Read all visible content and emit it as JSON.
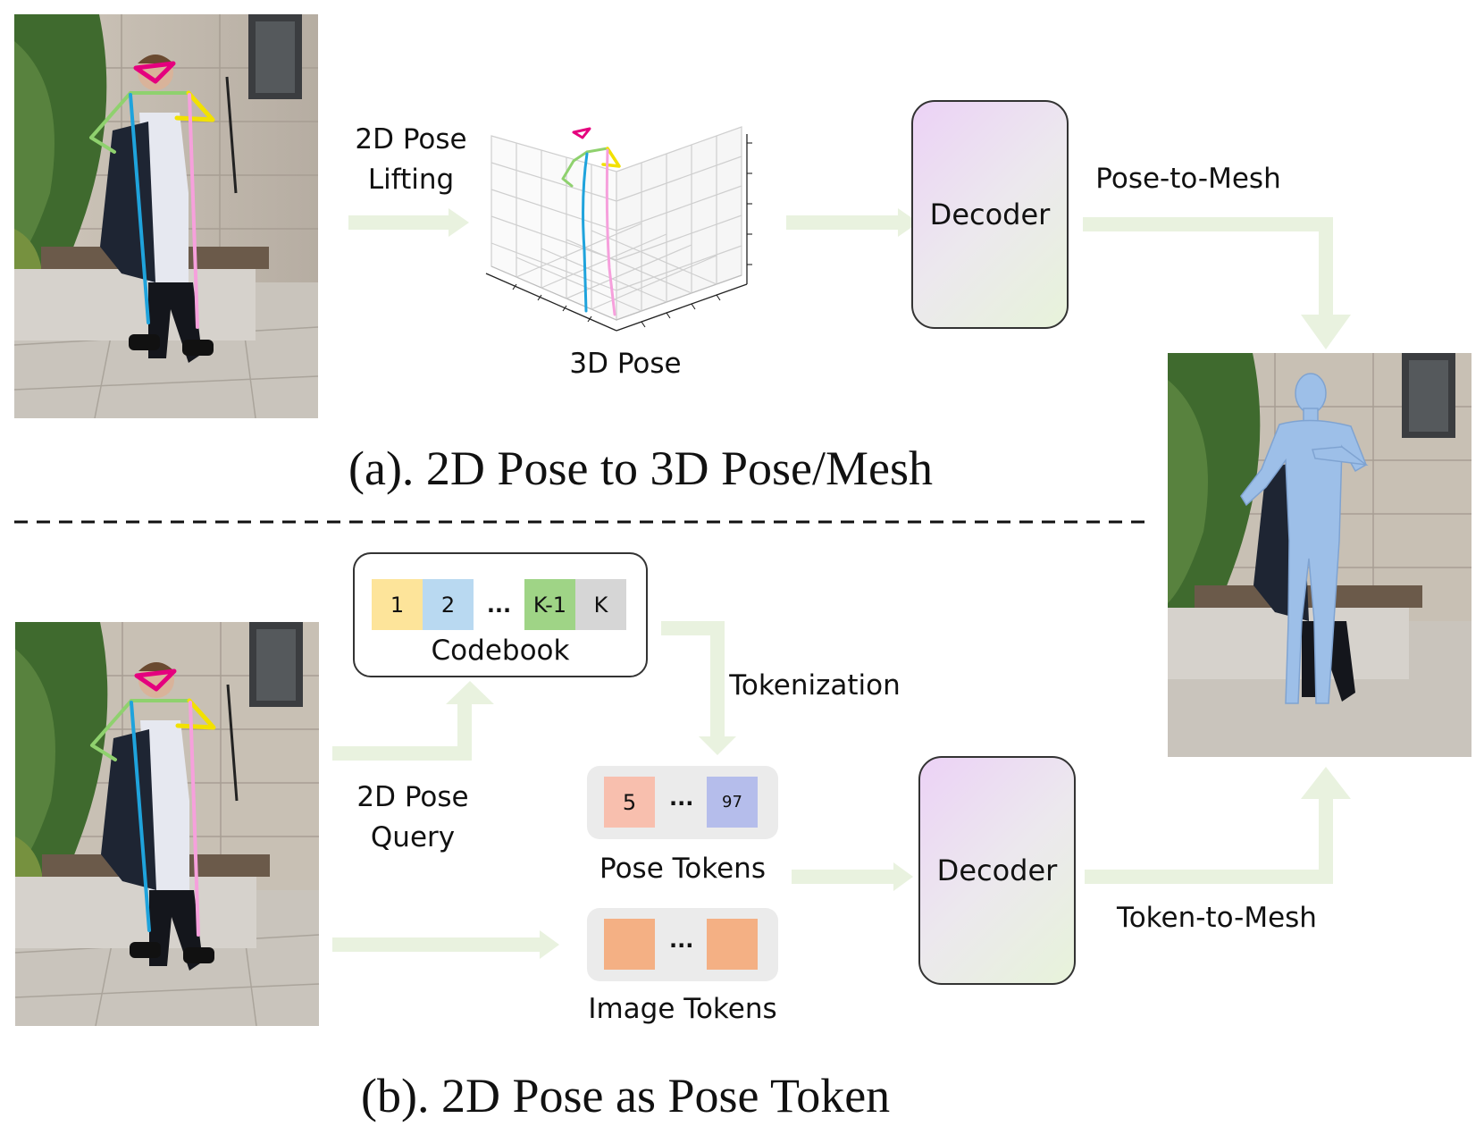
{
  "section_a": {
    "caption": "(a). 2D Pose to 3D Pose/Mesh",
    "lifting_label_line1": "2D Pose",
    "lifting_label_line2": "Lifting",
    "pose3d_label": "3D Pose",
    "decoder_label": "Decoder",
    "pose_to_mesh_label": "Pose-to-Mesh"
  },
  "section_b": {
    "caption": "(b). 2D Pose as Pose Token",
    "codebook": {
      "label": "Codebook",
      "cells": [
        {
          "text": "1",
          "color": "#fde49a"
        },
        {
          "text": "2",
          "color": "#b9d9f1"
        },
        {
          "text": "...",
          "color": "#ffffff"
        },
        {
          "text": "K-1",
          "color": "#9fd486"
        },
        {
          "text": "K",
          "color": "#d6d6d6"
        }
      ]
    },
    "tokenization_label": "Tokenization",
    "query_label_line1": "2D Pose",
    "query_label_line2": "Query",
    "pose_tokens": {
      "label": "Pose Tokens",
      "first": "5",
      "ellipsis": "...",
      "last": "97",
      "first_color": "#f8bfae",
      "last_color": "#b5bdeb"
    },
    "image_tokens": {
      "label": "Image Tokens",
      "ellipsis": "...",
      "token_color": "#f4b084"
    },
    "decoder_label": "Decoder",
    "token_to_mesh_label": "Token-to-Mesh"
  },
  "colors": {
    "arrow": "#e9f2df",
    "skeleton_left": "#1fa3dc",
    "skeleton_right": "#f6a0dc",
    "skeleton_arm_left": "#8fd16e",
    "skeleton_arm_right": "#f2e100",
    "skeleton_head": "#e5007e",
    "mesh": "#9dbfe8"
  }
}
